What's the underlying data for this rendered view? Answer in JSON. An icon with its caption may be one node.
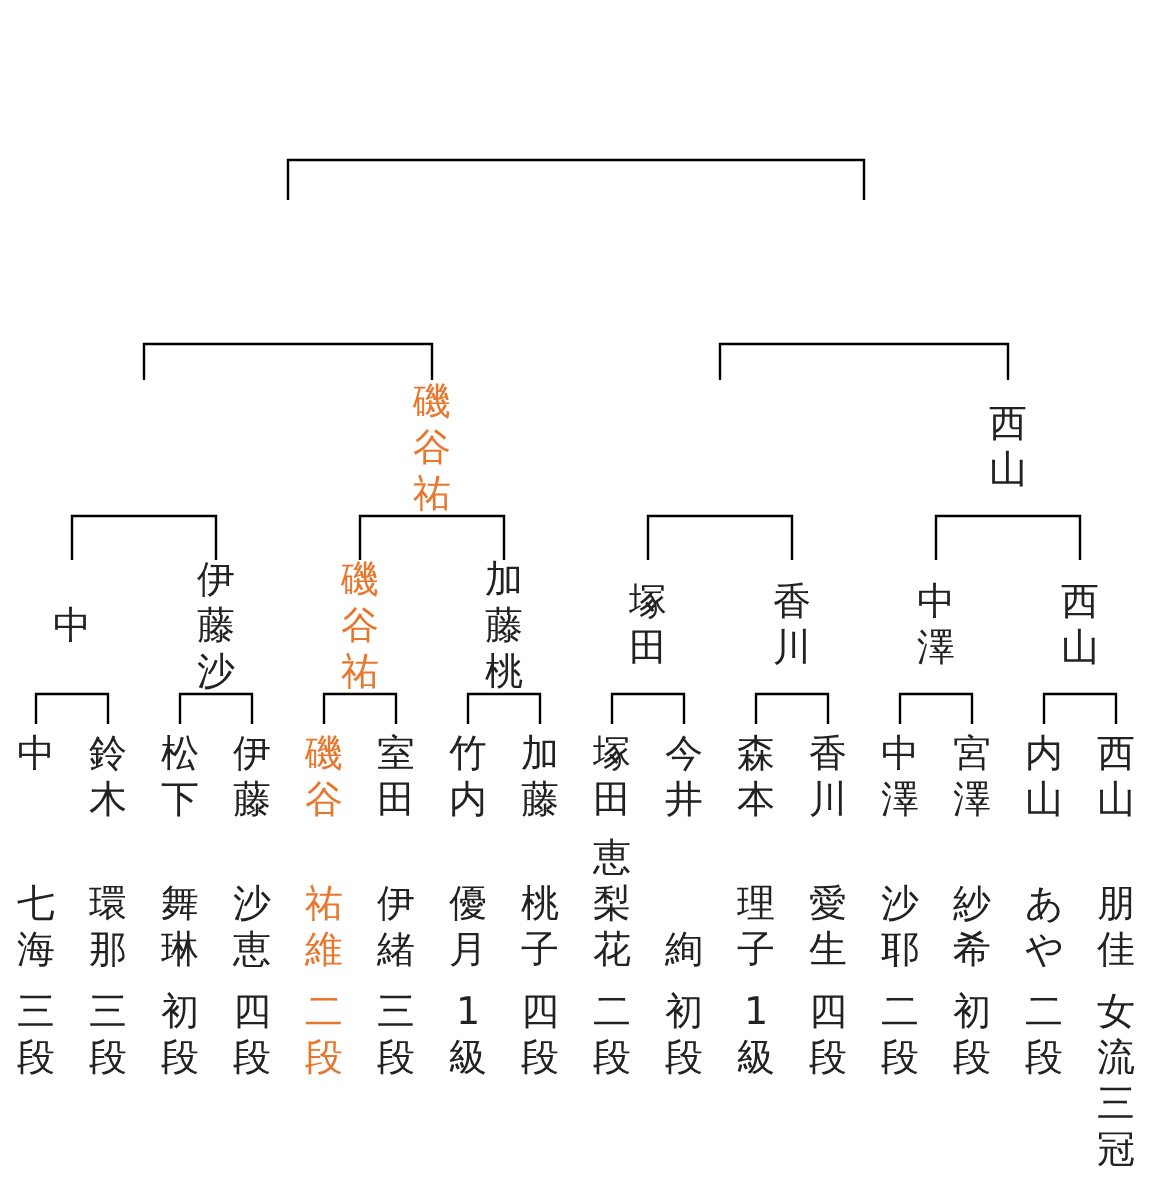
{
  "diagram": {
    "nodes": [
      {
        "text": [
          "磯谷祐"
        ]
      },
      {
        "text": [
          "西山"
        ]
      },
      {
        "text": [
          "中"
        ]
      },
      {
        "text": [
          "伊藤沙"
        ]
      },
      {
        "text": [
          "磯谷祐"
        ]
      },
      {
        "text": [
          "加藤桃"
        ]
      },
      {
        "text": [
          "塚田"
        ]
      },
      {
        "text": [
          "香川"
        ]
      },
      {
        "text": [
          "中澤"
        ]
      },
      {
        "text": [
          "西山"
        ]
      },
      {
        "text": [
          "中",
          "七海",
          "三段"
        ]
      },
      {
        "text": [
          "鈴木",
          "環那",
          "三段"
        ]
      },
      {
        "text": [
          "松下",
          "舞琳",
          "初段"
        ]
      },
      {
        "text": [
          "伊藤",
          "沙恵",
          "四段"
        ]
      },
      {
        "text": [
          "磯谷",
          "祐維",
          "二段"
        ]
      },
      {
        "text": [
          "室田",
          "伊緒",
          "三段"
        ]
      },
      {
        "text": [
          "竹内",
          "優月",
          "1級"
        ]
      },
      {
        "text": [
          "加藤",
          "桃子",
          "四段"
        ]
      },
      {
        "text": [
          "塚田",
          "恵梨花",
          "二段"
        ]
      },
      {
        "text": [
          "今井",
          "絢",
          "初段"
        ]
      },
      {
        "text": [
          "森本",
          "理子",
          "1級"
        ]
      },
      {
        "text": [
          "香川",
          "愛生",
          "四段"
        ]
      },
      {
        "text": [
          "中澤",
          "沙耶",
          "二段"
        ]
      },
      {
        "text": [
          "宮澤",
          "紗希",
          "初段"
        ]
      },
      {
        "text": [
          "内山",
          "あや",
          "二段"
        ]
      },
      {
        "text": [
          "西山",
          "朋佳",
          "女流三冠"
        ]
      }
    ],
    "edges": [
      {
        "from": null,
        "to": 0,
        "arrow": "none"
      },
      {
        "from": null,
        "to": 1,
        "arrow": "none"
      },
      {
        "from": 2,
        "to": 3,
        "arrow": "none"
      },
      {
        "from": 4,
        "to": 5,
        "arrow": "none"
      },
      {
        "from": 6,
        "to": 7,
        "arrow": "none"
      },
      {
        "from": 8,
        "to": 9,
        "arrow": "none"
      },
      {
        "from": 10,
        "to": 11,
        "arrow": "none"
      },
      {
        "from": 12,
        "to": 13,
        "arrow": "none"
      },
      {
        "from": 14,
        "to": 15,
        "arrow": "none"
      },
      {
        "from": 16,
        "to": 17,
        "arrow": "none"
      },
      {
        "from": 18,
        "to": 19,
        "arrow": "none"
      },
      {
        "from": 20,
        "to": 21,
        "arrow": "none"
      },
      {
        "from": 22,
        "to": 23,
        "arrow": "none"
      },
      {
        "from": 24,
        "to": 25,
        "arrow": "none"
      }
    ]
  }
}
